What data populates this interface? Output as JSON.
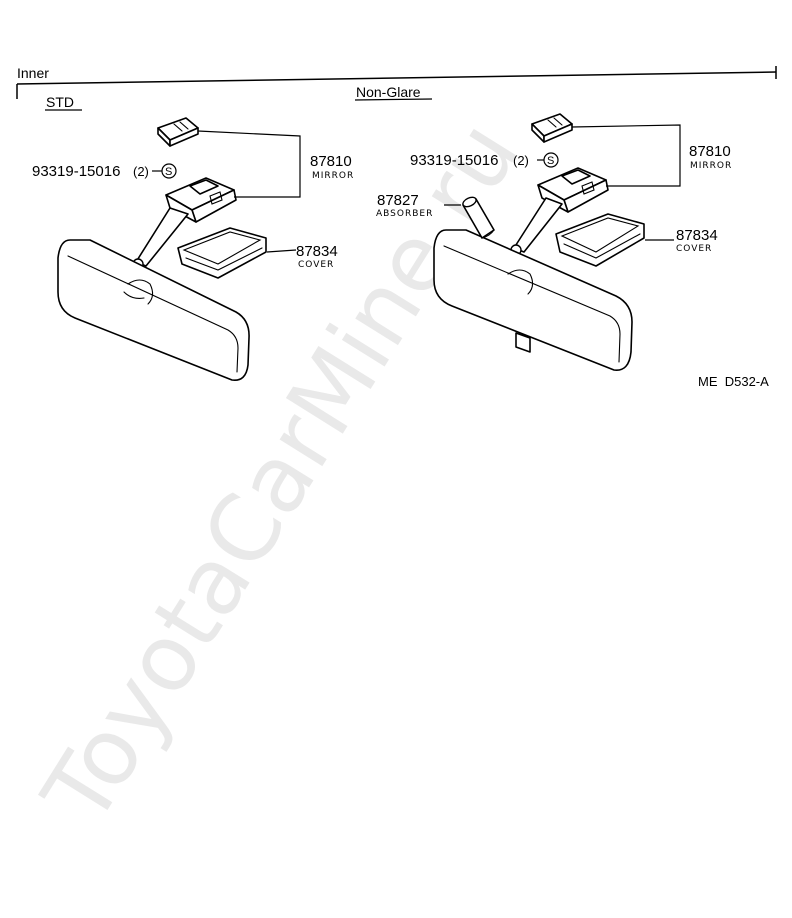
{
  "section": {
    "title": "Inner",
    "std_label": "STD",
    "nonglare_label": "Non-Glare"
  },
  "std": {
    "bolt": {
      "number": "93319-15016",
      "qty": "(2)",
      "symbol": "S"
    },
    "mirror": {
      "number": "87810",
      "name": "MIRROR"
    },
    "cover": {
      "number": "87834",
      "name": "COVER"
    }
  },
  "nonglare": {
    "bolt": {
      "number": "93319-15016",
      "qty": "(2)",
      "symbol": "S"
    },
    "mirror": {
      "number": "87810",
      "name": "MIRROR"
    },
    "absorber": {
      "number": "87827",
      "name": "ABSORBER"
    },
    "cover": {
      "number": "87834",
      "name": "COVER"
    }
  },
  "reference_code": "ME  D532-A",
  "watermark": "ToyotaCarMine.ru"
}
